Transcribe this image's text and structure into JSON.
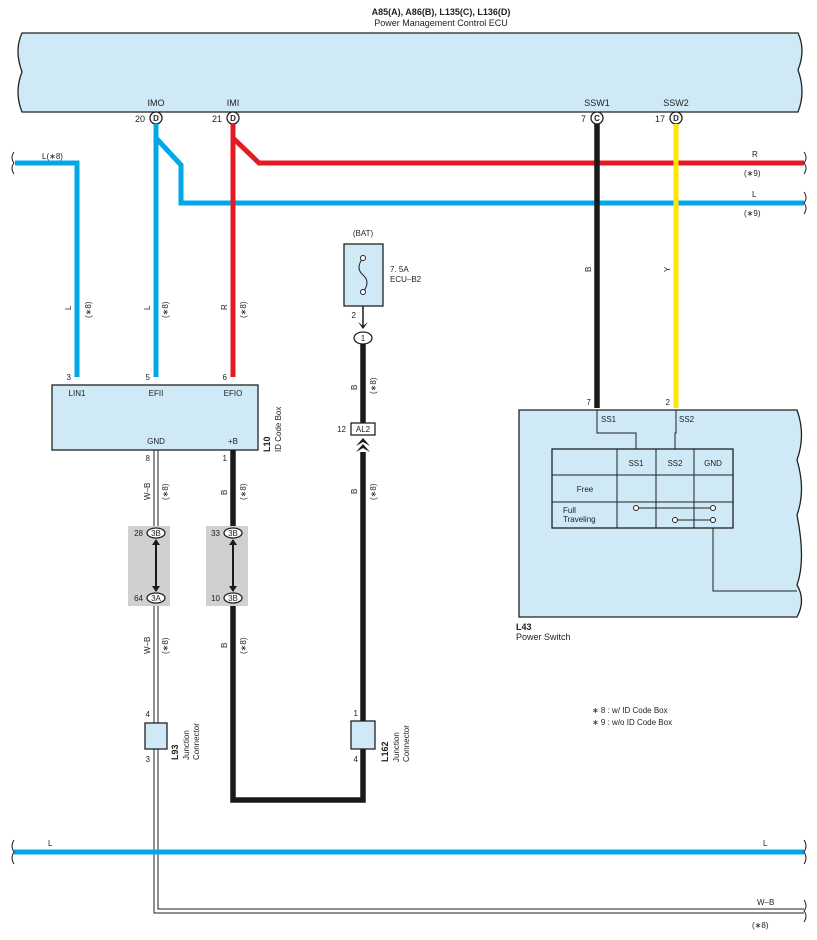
{
  "ecu": {
    "codes": "A85(A), A86(B), L135(C), L136(D)",
    "name": "Power Management Control ECU",
    "pins": [
      {
        "name": "IMO",
        "num": "20",
        "conn": "D"
      },
      {
        "name": "IMI",
        "num": "21",
        "conn": "D"
      },
      {
        "name": "SSW1",
        "num": "7",
        "conn": "C"
      },
      {
        "name": "SSW2",
        "num": "17",
        "conn": "D"
      }
    ]
  },
  "wires": {
    "lin_left": "L(∗8)",
    "r_right": "R",
    "r_right_note": "(∗9)",
    "l_right": "L",
    "l_right_note": "(∗9)",
    "l_label": "L",
    "r_label": "R",
    "b_label": "B",
    "y_label": "Y",
    "wb_label": "W–B",
    "note8": "(∗8)",
    "bottom_l_left": "L",
    "bottom_l_right": "L",
    "bottom_wb": "W–B",
    "bottom_wb_note": "(∗8)"
  },
  "idbox": {
    "code": "L10",
    "name": "ID Code Box",
    "pins": [
      {
        "num": "3",
        "name": "LIN1"
      },
      {
        "num": "5",
        "name": "EFII"
      },
      {
        "num": "6",
        "name": "EFIO"
      },
      {
        "num": "8",
        "name": "GND"
      },
      {
        "num": "1",
        "name": "+B"
      }
    ]
  },
  "fuse": {
    "source": "(BAT)",
    "rating": "7. 5A",
    "name": "ECU–B2",
    "pin": "2",
    "junction": "1"
  },
  "al2": {
    "num": "12",
    "label": "AL2"
  },
  "connectors": {
    "c1_top_num": "28",
    "c1_top": "3B",
    "c1_bot_num": "64",
    "c1_bot": "3A",
    "c2_top_num": "33",
    "c2_top": "3B",
    "c2_bot_num": "10",
    "c2_bot": "3B"
  },
  "l93": {
    "code": "L93",
    "name1": "Junction",
    "name2": "Connector",
    "pin_top": "4",
    "pin_bot": "3"
  },
  "l162": {
    "code": "L162",
    "name1": "Junction",
    "name2": "Connector",
    "pin_top": "1",
    "pin_bot": "4"
  },
  "power_switch": {
    "code": "L43",
    "name": "Power Switch",
    "pin_ss1": "7",
    "pin_ss2": "2",
    "label_ss1": "SS1",
    "label_ss2": "SS2",
    "table_headers": [
      "SS1",
      "SS2",
      "GND"
    ],
    "row_free": "Free",
    "row_full_1": "Full",
    "row_full_2": "Traveling"
  },
  "notes": [
    "∗ 8 : w/ ID Code Box",
    "∗ 9 : w/o ID Code Box"
  ]
}
